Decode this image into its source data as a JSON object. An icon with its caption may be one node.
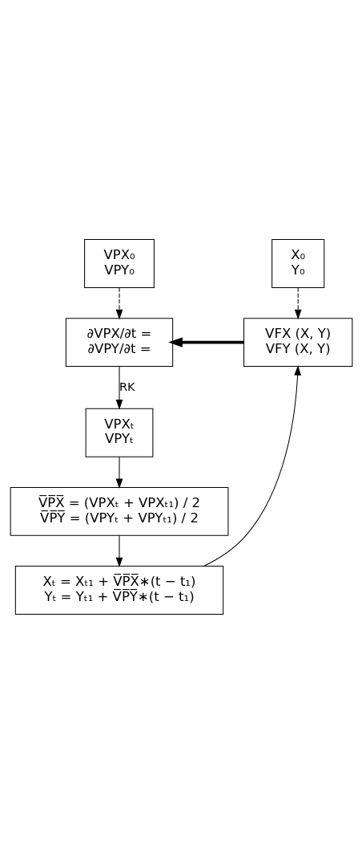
{
  "diagram": {
    "nodes": [
      {
        "text": [
          "VPX₀",
          "VPY₀"
        ]
      },
      {
        "text": [
          "X₀",
          "Y₀"
        ]
      },
      {
        "text": [
          "∂VPX/∂t =",
          "∂VPY/∂t ="
        ]
      },
      {
        "text": [
          "VFX (X, Y)",
          "VFY (X, Y)"
        ]
      },
      {
        "text": [
          "VPXₜ",
          "VPYₜ"
        ]
      },
      {
        "text": [
          "V̅P̅X̅ = (VPXₜ + VPXₜ₁) / 2",
          "V̅P̅Y̅ = (VPYₜ + VPYₜ₁) / 2"
        ]
      },
      {
        "text": [
          "Xₜ = Xₜ₁ + V̅P̅X̅∗(t − t₁)",
          "Yₜ = Yₜ₁ + V̅P̅Y̅∗(t − t₁)"
        ]
      }
    ],
    "edges": [
      {
        "from": 0,
        "to": 2,
        "arrow": "to",
        "style": "dashed"
      },
      {
        "from": 1,
        "to": 3,
        "arrow": "to",
        "style": "dashed"
      },
      {
        "from": 3,
        "to": 2,
        "arrow": "to",
        "style": "thick"
      },
      {
        "from": 2,
        "to": 4,
        "arrow": "to",
        "label": "RK"
      },
      {
        "from": 4,
        "to": 5,
        "arrow": "to"
      },
      {
        "from": 5,
        "to": 6,
        "arrow": "to"
      },
      {
        "from": 6,
        "to": 3,
        "arrow": "to"
      }
    ]
  }
}
